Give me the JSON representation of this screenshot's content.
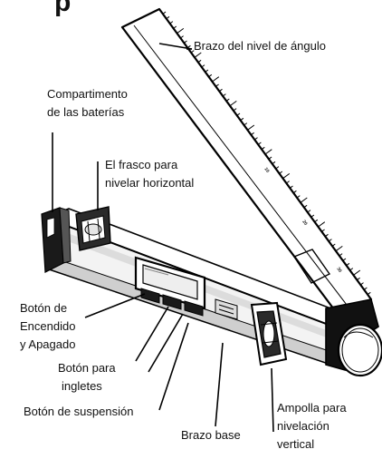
{
  "header_fragment": "p",
  "labels": {
    "angle_arm": "Brazo del nivel de ángulo",
    "battery_line1": "Compartimento",
    "battery_line2": "de las baterías",
    "horizontal_vial_line1": "El frasco para",
    "horizontal_vial_line2": "nivelar horizontal",
    "power_line1": "Botón de",
    "power_line2": "Encendido",
    "power_line3": "y Apagado",
    "miter_line1": "Botón para",
    "miter_line2": "ingletes",
    "hold": "Botón de suspensión",
    "base_arm": "Brazo base",
    "vertical_vial_line1": "Ampolla para",
    "vertical_vial_line2": "nivelación",
    "vertical_vial_line3": "vertical"
  },
  "ruler_numbers": [
    "10",
    "20",
    "30"
  ]
}
